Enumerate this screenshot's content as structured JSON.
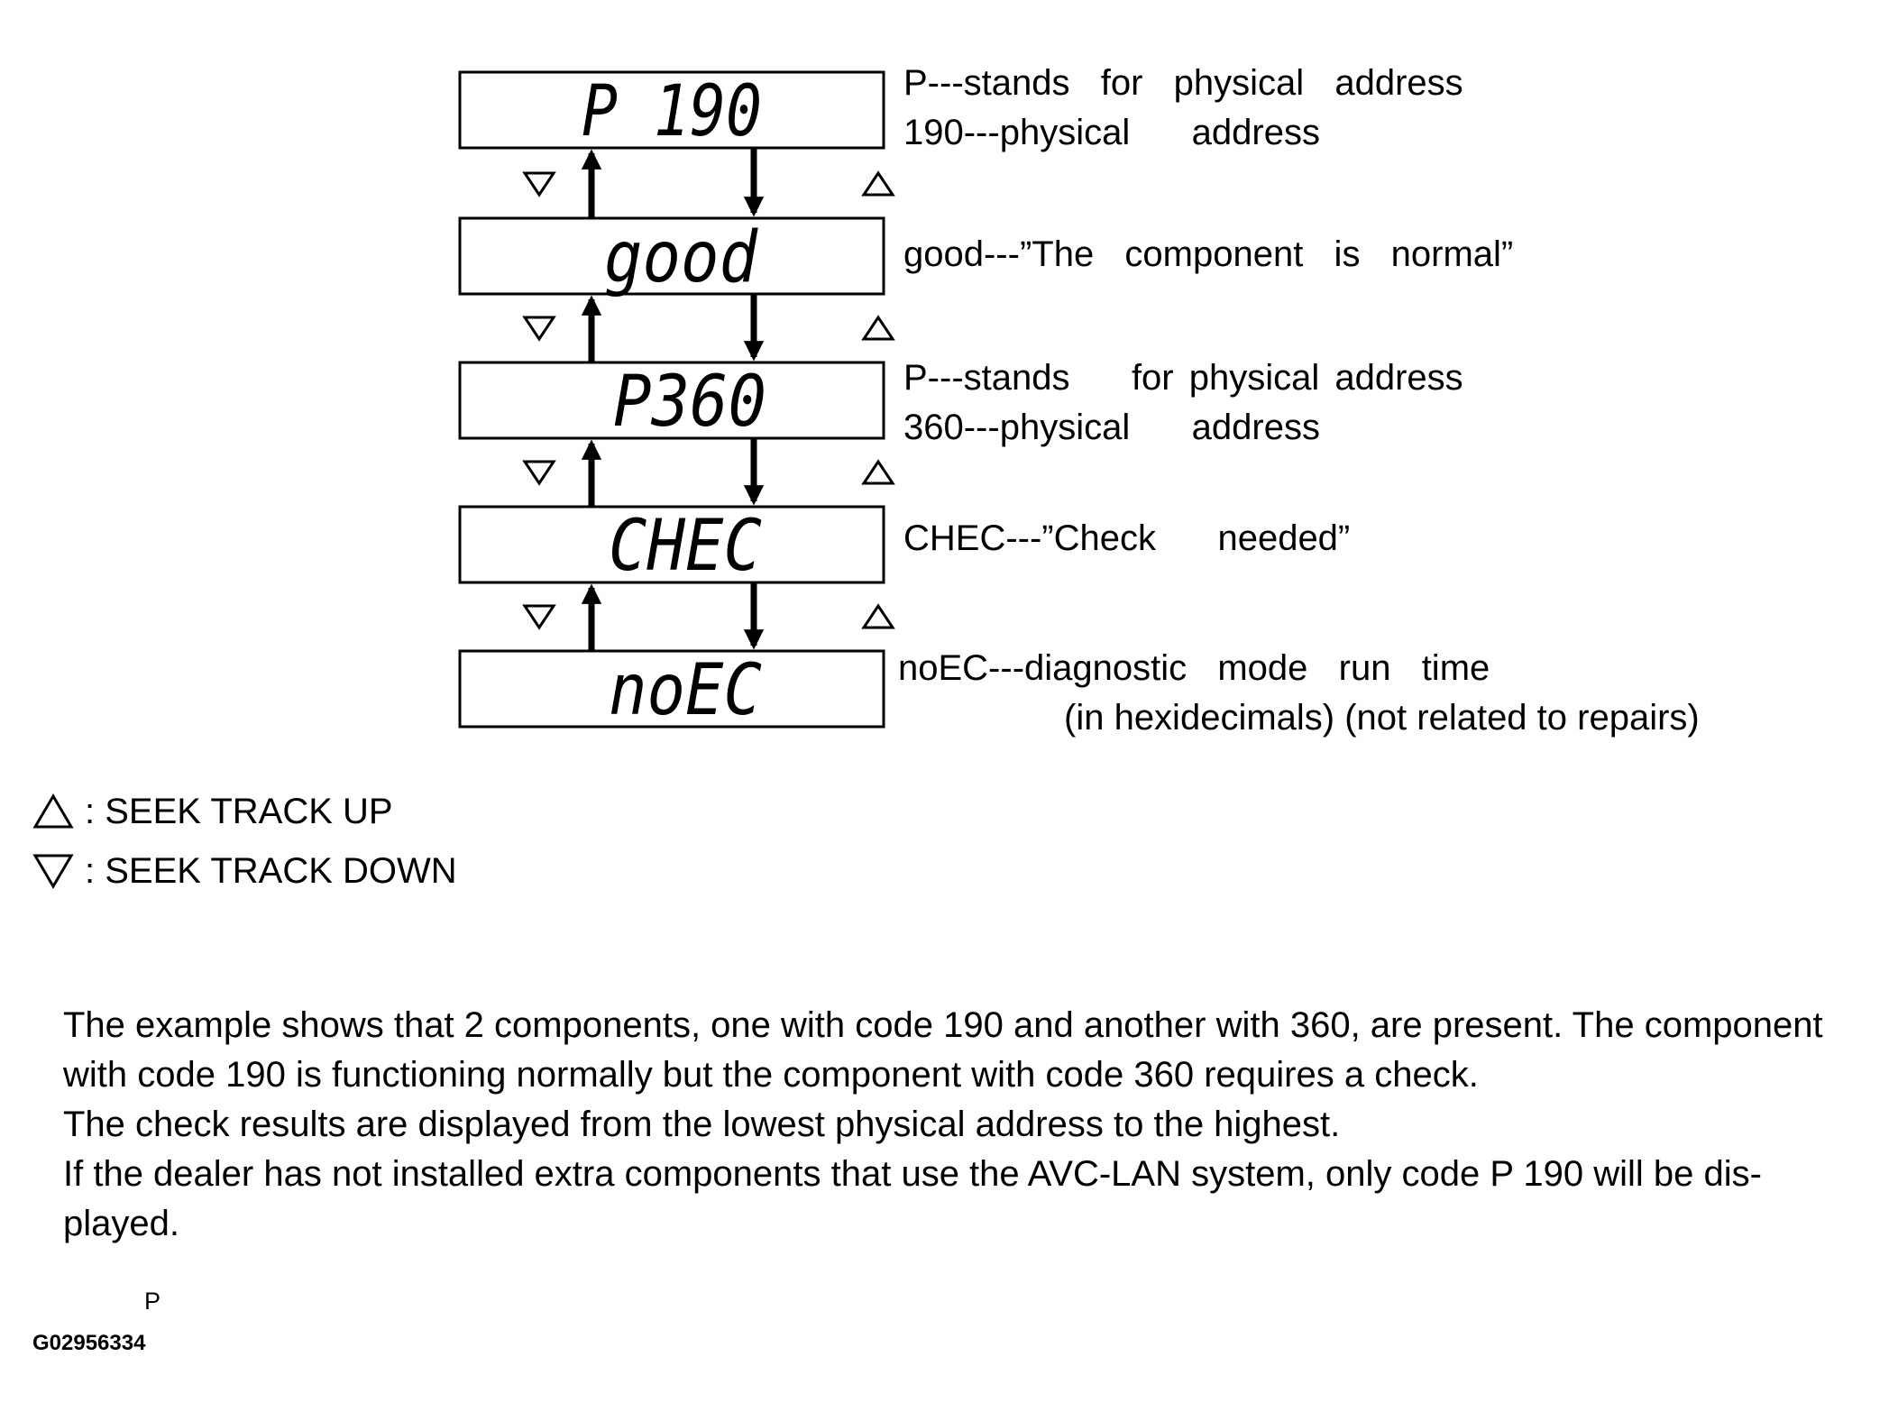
{
  "displays": [
    {
      "text": "P 190",
      "desc": [
        "P---stands  for  physical  address",
        "190---physical    address"
      ]
    },
    {
      "text": "good",
      "desc": [
        "good---”The  component  is  normal”"
      ]
    },
    {
      "text": "P360",
      "desc": [
        "P---stands    for physical address",
        "360---physical    address"
      ]
    },
    {
      "text": "CHEC",
      "desc": [
        "CHEC---”Check    needed”"
      ]
    },
    {
      "text": "noEC",
      "desc": [
        "noEC---diagnostic  mode  run  time",
        "(in hexidecimals) (not related to repairs)"
      ]
    }
  ],
  "legend": {
    "up": ": SEEK TRACK UP",
    "down": ": SEEK TRACK DOWN"
  },
  "paragraphs": [
    "The example shows that 2 components, one with code 190 and another with 360, are present. The component with code 190 is functioning normally but the component with code 360 requires a check.",
    "The check results are displayed from the lowest physical address to the highest.",
    "If the dealer has not installed extra components that use the AVC-LAN system, only code P 190 will be dis-played."
  ],
  "footer": {
    "letter": "P",
    "code": "G02956334"
  }
}
